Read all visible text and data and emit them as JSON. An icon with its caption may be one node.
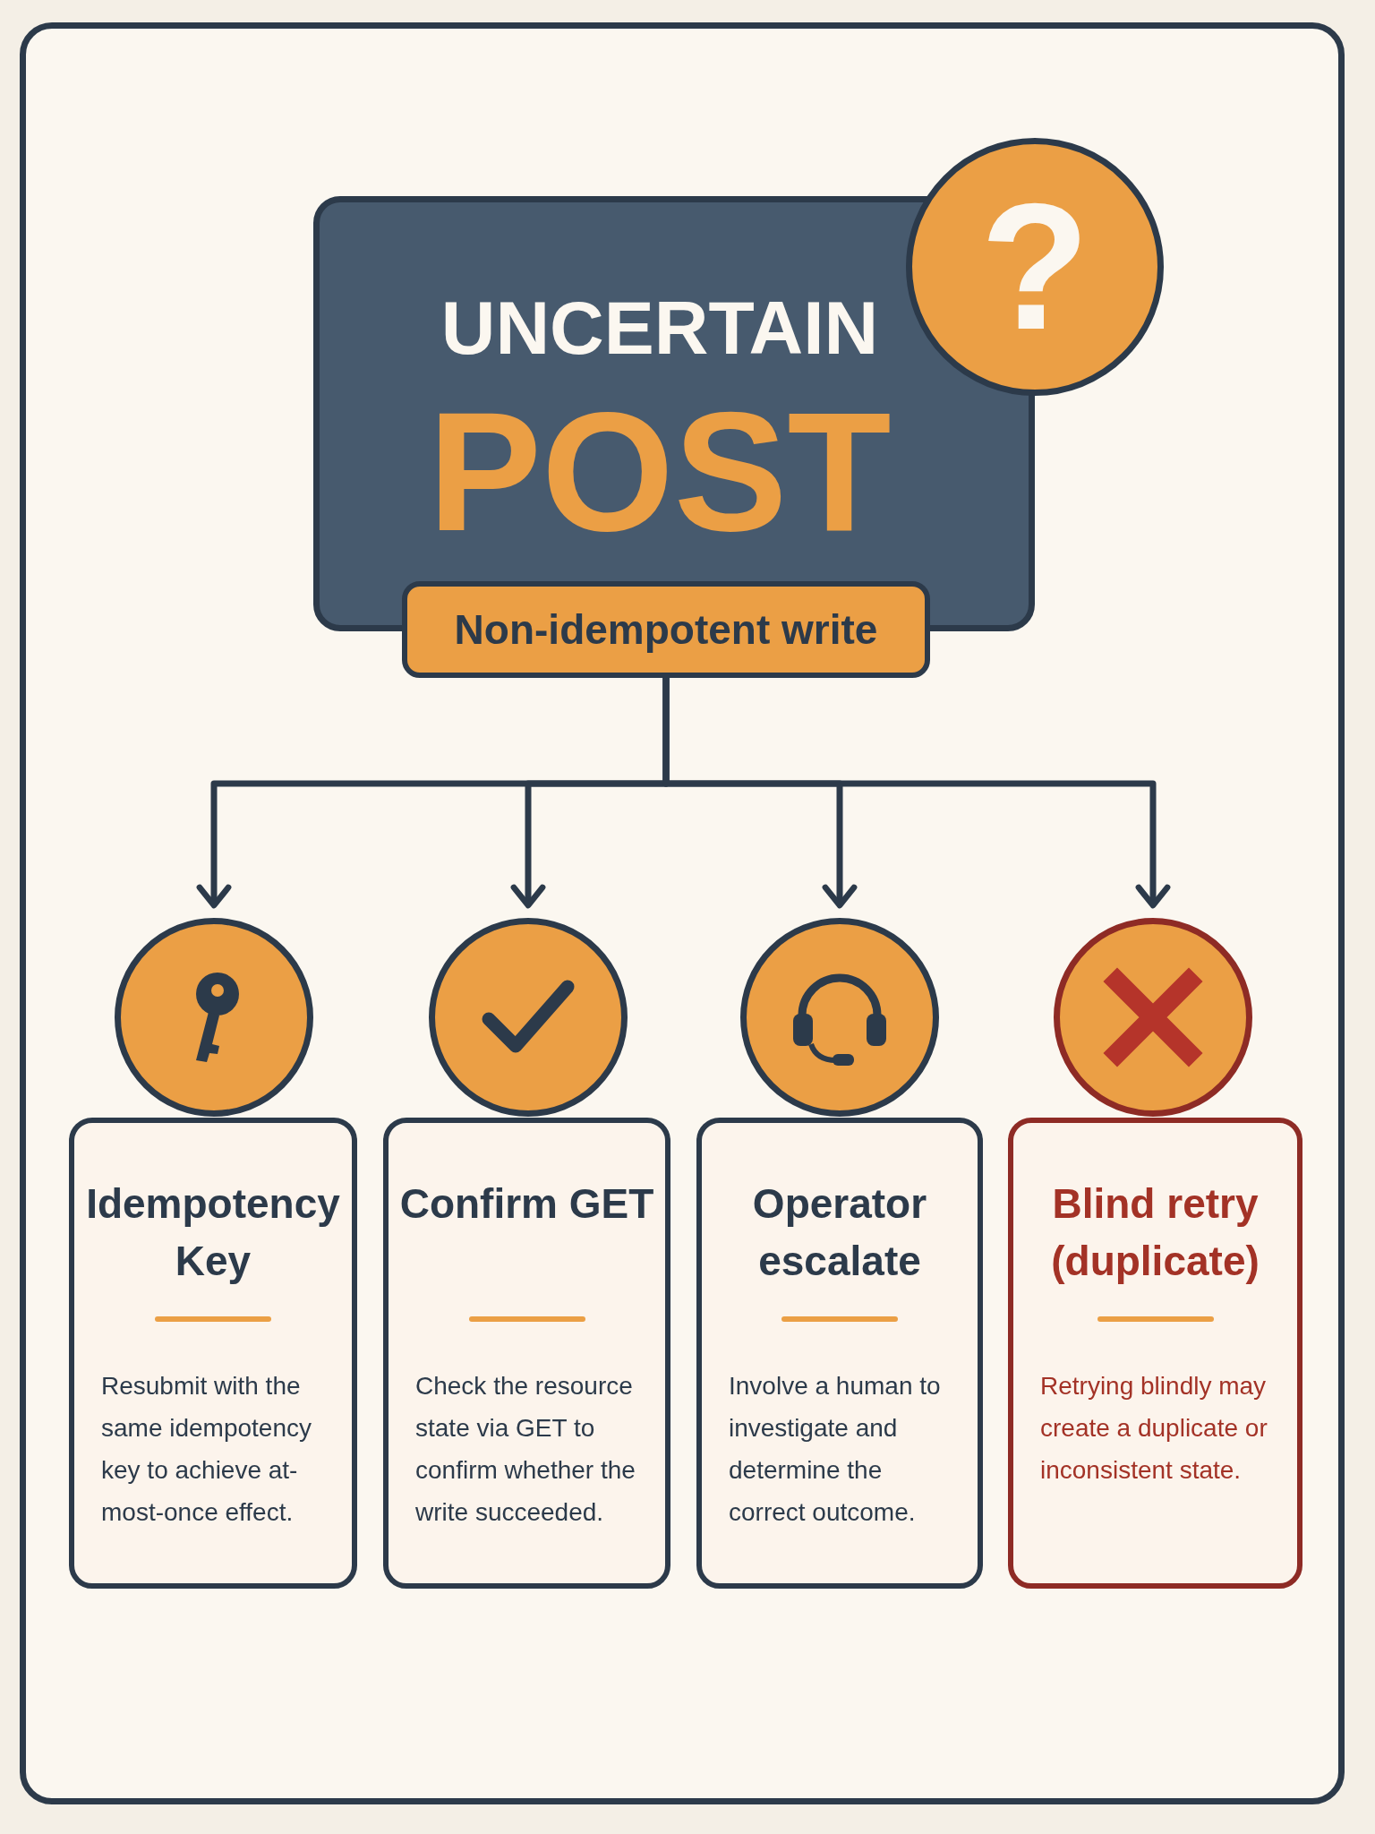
{
  "diagram": {
    "nodes": [
      {
        "text": [
          "UNCERTAIN",
          "POST"
        ]
      },
      {
        "text": [
          "?"
        ]
      },
      {
        "text": [
          "Non-idempotent write"
        ]
      },
      {
        "text": [],
        "shape": "circle"
      },
      {
        "text": [],
        "shape": "circle"
      },
      {
        "text": [],
        "shape": "circle"
      },
      {
        "text": [],
        "shape": "circle"
      },
      {
        "text": [
          "Idempotency Key",
          "Resubmit with the same idempotency key to achieve at-most-once effect."
        ]
      },
      {
        "text": [
          "Confirm GET",
          "Check the resource state via GET to confirm whether the write succeeded."
        ]
      },
      {
        "text": [
          "Operator escalate",
          "Involve a human to investigate and determine the correct outcome."
        ]
      },
      {
        "text": [
          "Blind retry (duplicate)",
          "Retrying blindly may create a duplicate or inconsistent state."
        ]
      }
    ],
    "edges": [
      {
        "from": 2,
        "to": 3,
        "arrow": "to"
      },
      {
        "from": 2,
        "to": 4,
        "arrow": "to"
      },
      {
        "from": 2,
        "to": 5,
        "arrow": "to"
      },
      {
        "from": 2,
        "to": 6,
        "arrow": "to"
      }
    ]
  }
}
